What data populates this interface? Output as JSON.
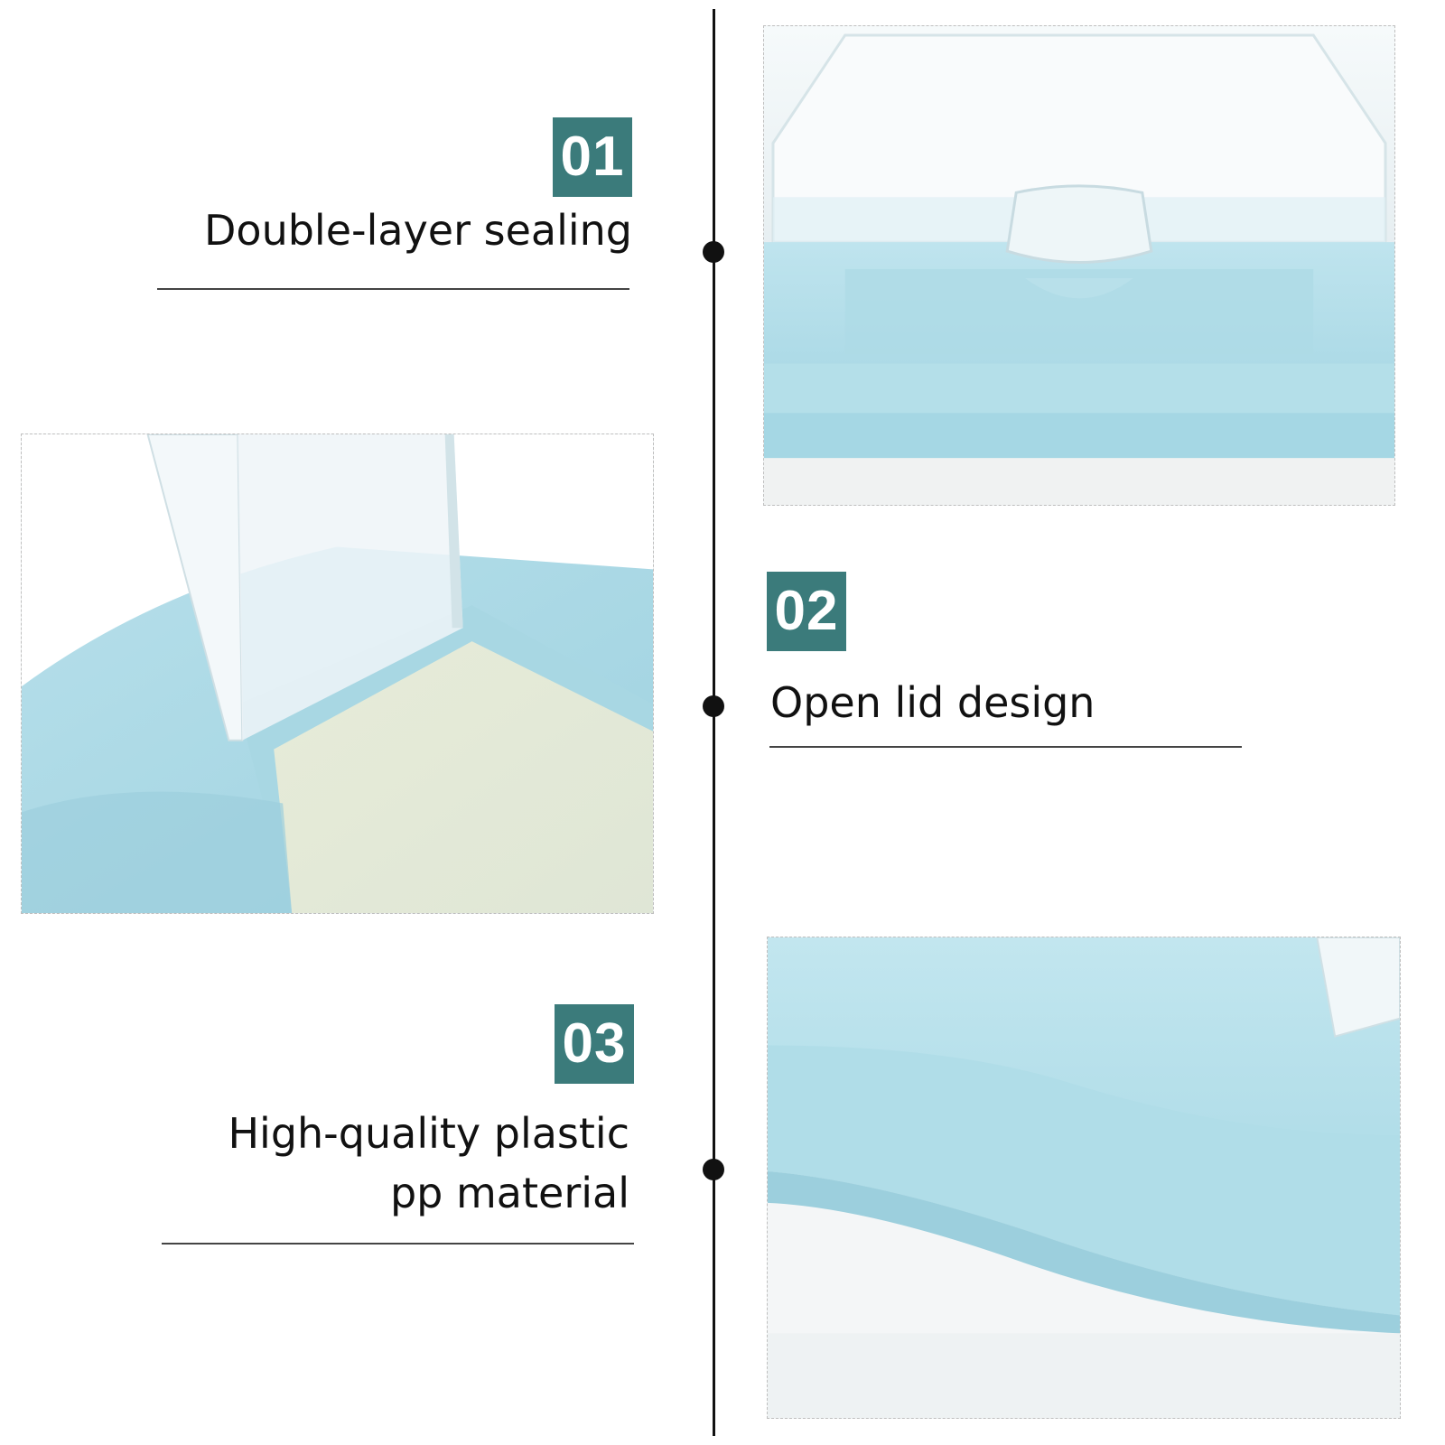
{
  "features": [
    {
      "number": "01",
      "title_lines": [
        "Double-layer sealing"
      ]
    },
    {
      "number": "02",
      "title_lines": [
        "Open lid design"
      ]
    },
    {
      "number": "03",
      "title_lines": [
        "High-quality plastic",
        "pp material"
      ]
    }
  ],
  "colors": {
    "badge": "#3b7b7b",
    "container_blue": "#a9dbe8",
    "lid_clear": "#eef6f8",
    "line": "#111111"
  },
  "icons": {
    "timeline_dot": "filled-circle"
  }
}
